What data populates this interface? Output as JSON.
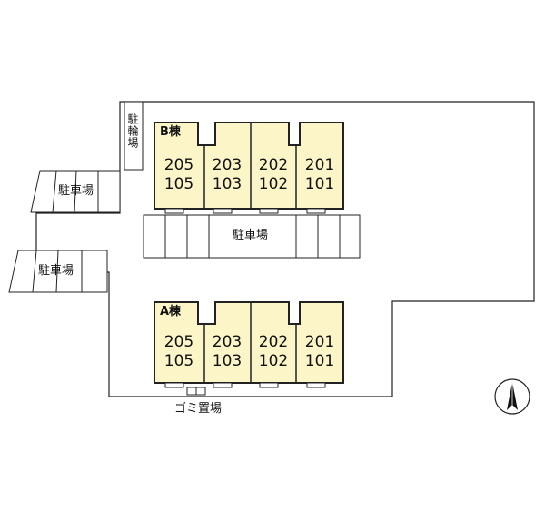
{
  "colors": {
    "building_fill": "#fbf5c8",
    "line": "#222222"
  },
  "labels": {
    "bicycle_parking": "駐輪場",
    "parking_center": "駐車場",
    "parking_left_upper": "駐車場",
    "parking_left_lower": "駐車場",
    "garbage": "ゴミ置場"
  },
  "buildings": [
    {
      "name": "B棟",
      "units": [
        {
          "upper": "205",
          "lower": "105"
        },
        {
          "upper": "203",
          "lower": "103"
        },
        {
          "upper": "202",
          "lower": "102"
        },
        {
          "upper": "201",
          "lower": "101"
        }
      ]
    },
    {
      "name": "A棟",
      "units": [
        {
          "upper": "205",
          "lower": "105"
        },
        {
          "upper": "203",
          "lower": "103"
        },
        {
          "upper": "202",
          "lower": "102"
        },
        {
          "upper": "201",
          "lower": "101"
        }
      ]
    }
  ],
  "compass": {
    "icon": "north-arrow-icon"
  }
}
